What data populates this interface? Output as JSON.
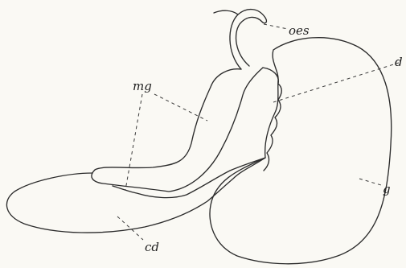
{
  "labels": {
    "oes": "oes",
    "d": "d",
    "mg": "mg",
    "g": "g",
    "cd": "cd"
  }
}
